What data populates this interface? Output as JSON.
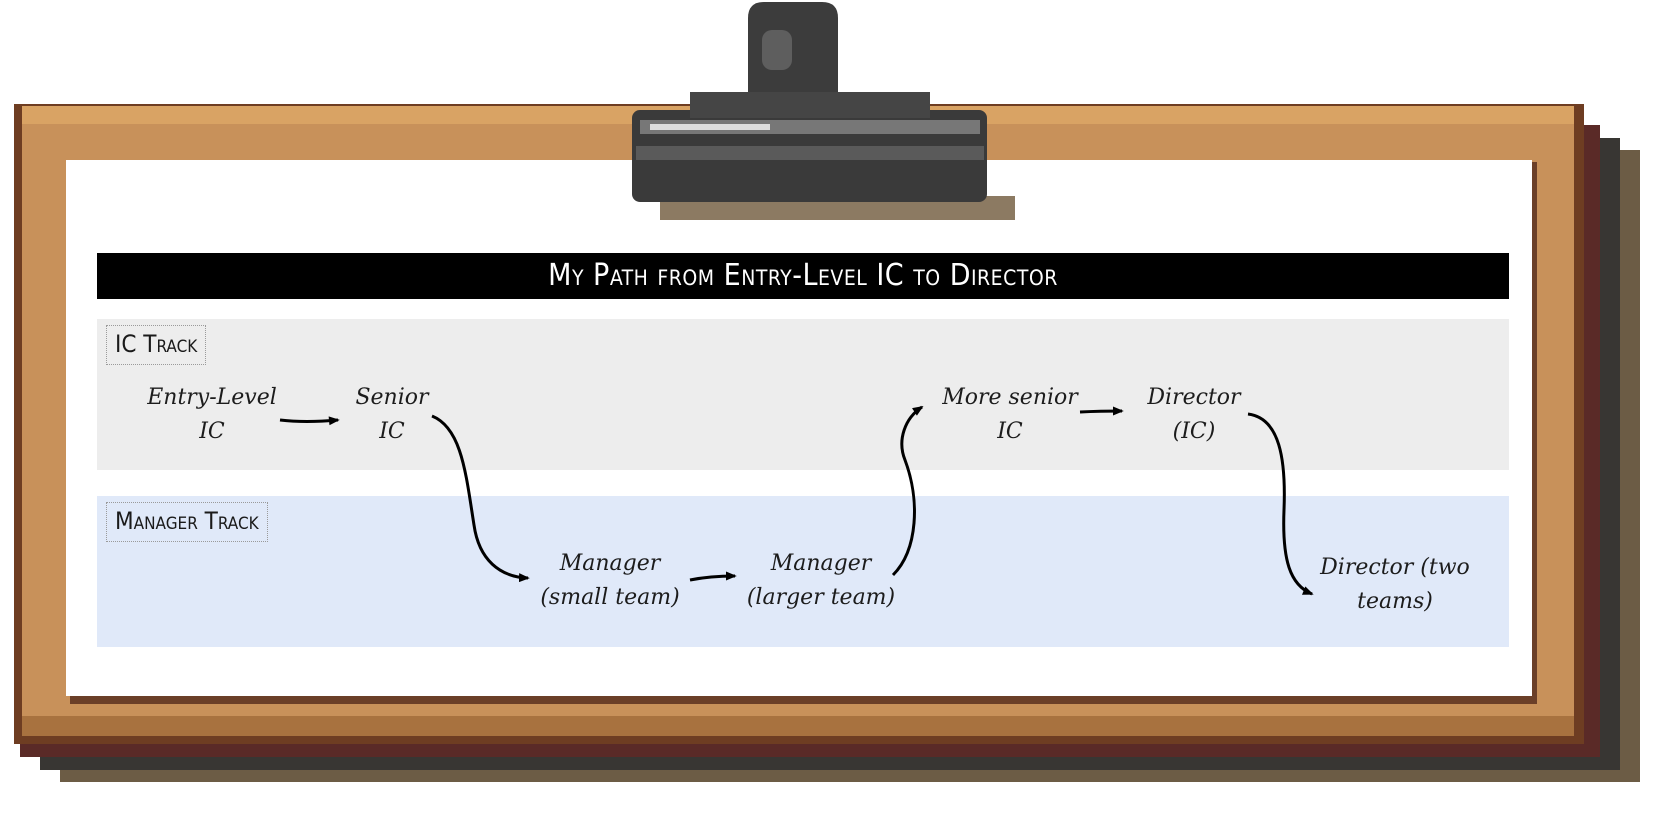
{
  "diagram": {
    "title": "My Path from Entry-Level IC to Director",
    "lanes": {
      "ic": "IC Track",
      "manager": "Manager Track"
    },
    "nodes": {
      "entry_ic": "Entry-Level\nIC",
      "senior_ic": "Senior\nIC",
      "manager_small": "Manager\n(small team)",
      "manager_large": "Manager\n(larger team)",
      "more_senior_ic": "More senior\nIC",
      "director_ic": "Director\n(IC)",
      "director_two_teams": "Director (two\nteams)"
    },
    "edges": [
      {
        "from": "entry_ic",
        "to": "senior_ic"
      },
      {
        "from": "senior_ic",
        "to": "manager_small"
      },
      {
        "from": "manager_small",
        "to": "manager_large"
      },
      {
        "from": "manager_large",
        "to": "more_senior_ic"
      },
      {
        "from": "more_senior_ic",
        "to": "director_ic"
      },
      {
        "from": "director_ic",
        "to": "director_two_teams"
      }
    ]
  },
  "colors": {
    "ic_lane": "#ededed",
    "manager_lane": "#e0e9f9",
    "title_bar": "#000000",
    "board_wood": "#c8915a",
    "clip_metal": "#4a4a4a"
  }
}
